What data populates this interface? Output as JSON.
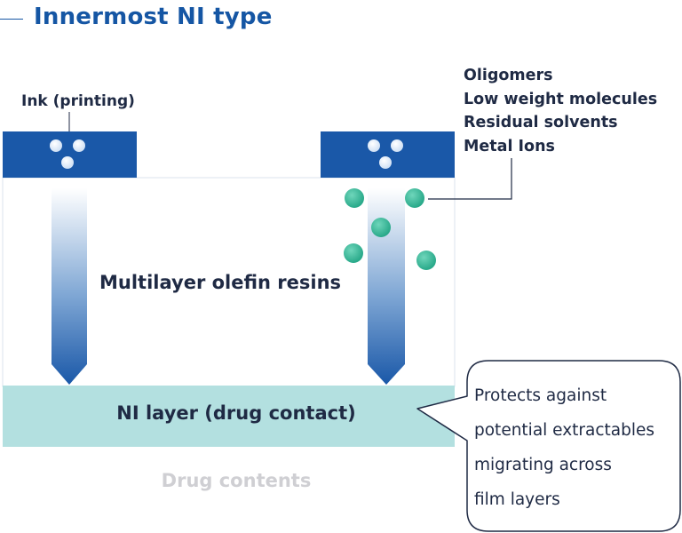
{
  "title": "Innermost NI type",
  "labels": {
    "ink": "Ink (printing)",
    "resin": "Multilayer olefin resins",
    "ni_layer": "NI layer (drug contact)",
    "drug": "Drug contents"
  },
  "contaminants": [
    "Oligomers",
    "Low weight molecules",
    "Residual solvents",
    "Metal Ions"
  ],
  "callout": [
    "Protects against",
    "potential extractables",
    "migrating across",
    "film layers"
  ],
  "colors": {
    "title": "#1556a4",
    "ink_block": "#1a58a8",
    "ni_layer": "#b3e0e0",
    "particle": "#2bb596",
    "text": "#1f2a44",
    "drug_text": "#cfcfd3"
  }
}
